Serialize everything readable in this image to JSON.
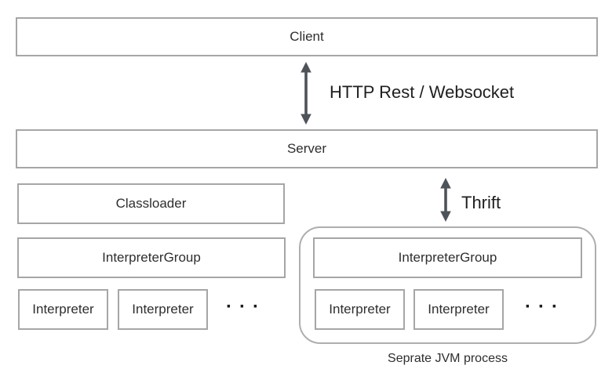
{
  "diagram": {
    "nodes": {
      "client": "Client",
      "server": "Server",
      "classloader": "Classloader",
      "local_interpreter_group": "InterpreterGroup",
      "local_interpreter_1": "Interpreter",
      "local_interpreter_2": "Interpreter",
      "local_ellipsis": "···",
      "remote_interpreter_group": "InterpreterGroup",
      "remote_interpreter_1": "Interpreter",
      "remote_interpreter_2": "Interpreter",
      "remote_ellipsis": "···"
    },
    "edges": {
      "client_server_label": "HTTP Rest / Websocket",
      "server_remote_label": "Thrift"
    },
    "captions": {
      "remote_container": "Seprate JVM process"
    },
    "colors": {
      "box_border": "#a6a6a6",
      "container_border": "#aeaeae",
      "arrow": "#4e525a",
      "text": "#2e2e2e",
      "background": "#ffffff"
    }
  }
}
